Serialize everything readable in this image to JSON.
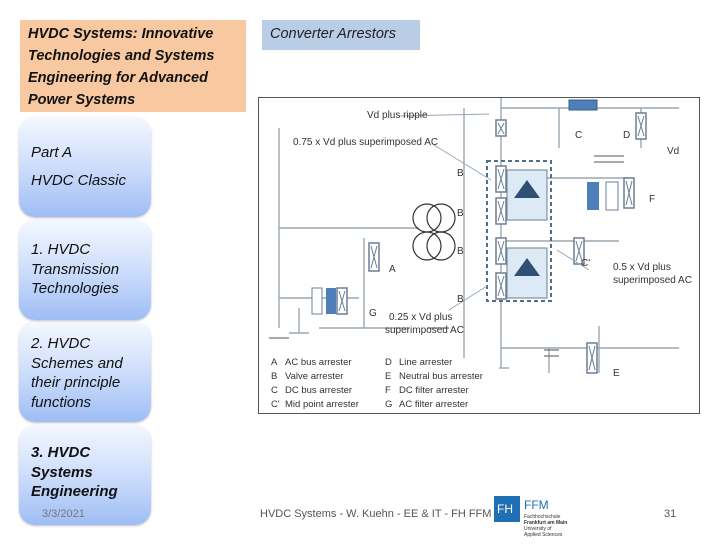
{
  "header": {
    "title_lines": [
      "HVDC Systems: Innovative",
      "Technologies and Systems",
      "Engineering for Advanced",
      "Power Systems"
    ],
    "slide_title": "Converter Arrestors"
  },
  "nav": [
    {
      "lines": [
        "Part A",
        "HVDC Classic"
      ]
    },
    {
      "lines": [
        "1. HVDC",
        "Transmission",
        "Technologies"
      ]
    },
    {
      "lines": [
        "2. HVDC",
        "Schemes and",
        "their principle",
        "functions"
      ]
    },
    {
      "lines": [
        "3. HVDC",
        "Systems",
        "Engineering"
      ]
    }
  ],
  "diagram": {
    "labels": {
      "vd_ripple": "Vd plus ripple",
      "ac_075": "0.75 x Vd plus superimposed AC",
      "vd": "Vd",
      "c": "C",
      "d": "D",
      "b": "B",
      "f": "F",
      "a": "A",
      "c_prime": "C'",
      "g": "G",
      "e": "E",
      "ac_05_l1": "0.5 x Vd plus",
      "ac_05_l2": "superimposed AC",
      "ac_025_l1": "0.25 x Vd plus",
      "ac_025_l2": "superimposed AC"
    },
    "legend": [
      {
        "key": "A",
        "text": "AC bus arrester"
      },
      {
        "key": "B",
        "text": "Valve arrester"
      },
      {
        "key": "C",
        "text": "DC bus arrester"
      },
      {
        "key": "C'",
        "text": "Mid point arrester"
      },
      {
        "key": "D",
        "text": "Line arrester"
      },
      {
        "key": "E",
        "text": "Neutral bus arrester"
      },
      {
        "key": "F",
        "text": "DC filter arrester"
      },
      {
        "key": "G",
        "text": "AC filter arrester"
      }
    ]
  },
  "footer": {
    "date": "3/3/2021",
    "text": "HVDC Systems - W. Kuehn - EE & IT - FH FFM",
    "page": "31",
    "logo_fh": "FH",
    "logo_ffm": "FFM",
    "logo_lines": [
      "Fachhochschule",
      "Frankfurt am Main",
      "University of",
      "Applied Sciences"
    ]
  },
  "colors": {
    "title_bg": "#f8c9a0",
    "slide_title_bg": "#b9cde6",
    "nav_gradient_top": "#f4f8ff",
    "nav_gradient_bottom": "#9ebdf4",
    "logo_blue": "#1f6fb5"
  }
}
